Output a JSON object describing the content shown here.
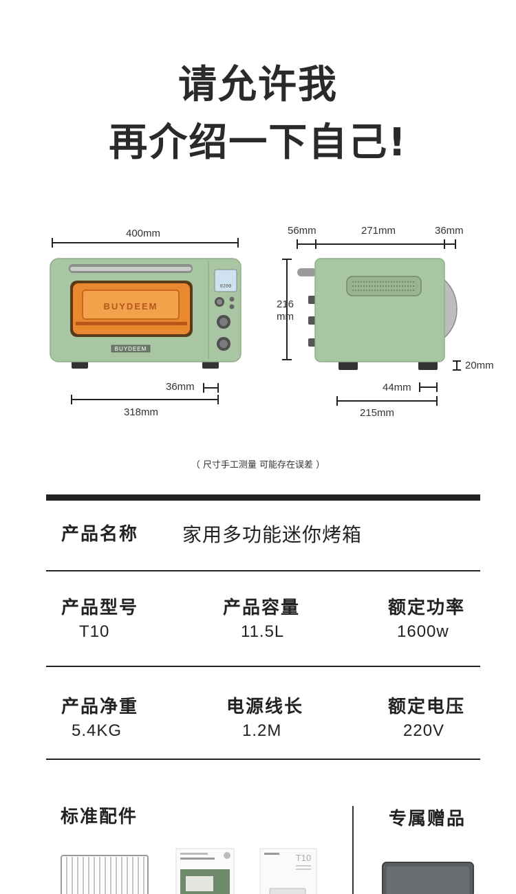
{
  "headline": {
    "line1": "请允许我",
    "line2": "再介绍一下自己!"
  },
  "dimensions": {
    "front_width": "400mm",
    "front_bottom_width": "318mm",
    "front_foot_offset": "36mm",
    "side_left": "56mm",
    "side_body": "271mm",
    "side_right": "36mm",
    "height_value": "216",
    "height_unit": "mm",
    "foot_height": "20mm",
    "side_foot_offset": "44mm",
    "side_bottom_depth": "215mm",
    "brand": "BUYDEEM",
    "display_digits": "0200"
  },
  "note": "（ 尺寸手工测量 可能存在误差 ）",
  "product": {
    "name_label": "产品名称",
    "name_value": "家用多功能迷你烤箱"
  },
  "specs_row1": [
    {
      "label": "产品型号",
      "value": "T10"
    },
    {
      "label": "产品容量",
      "value": "11.5L"
    },
    {
      "label": "额定功率",
      "value": "1600w"
    }
  ],
  "specs_row2": [
    {
      "label": "产品净重",
      "value": "5.4KG"
    },
    {
      "label": "电源线长",
      "value": "1.2M"
    },
    {
      "label": "额定电压",
      "value": "220V"
    }
  ],
  "accessories": {
    "title": "标准配件",
    "gift_title": "专属赠品"
  },
  "colors": {
    "oven_green": "#a9c6a2",
    "window_orange": "#e8892f",
    "rule": "#111111"
  }
}
